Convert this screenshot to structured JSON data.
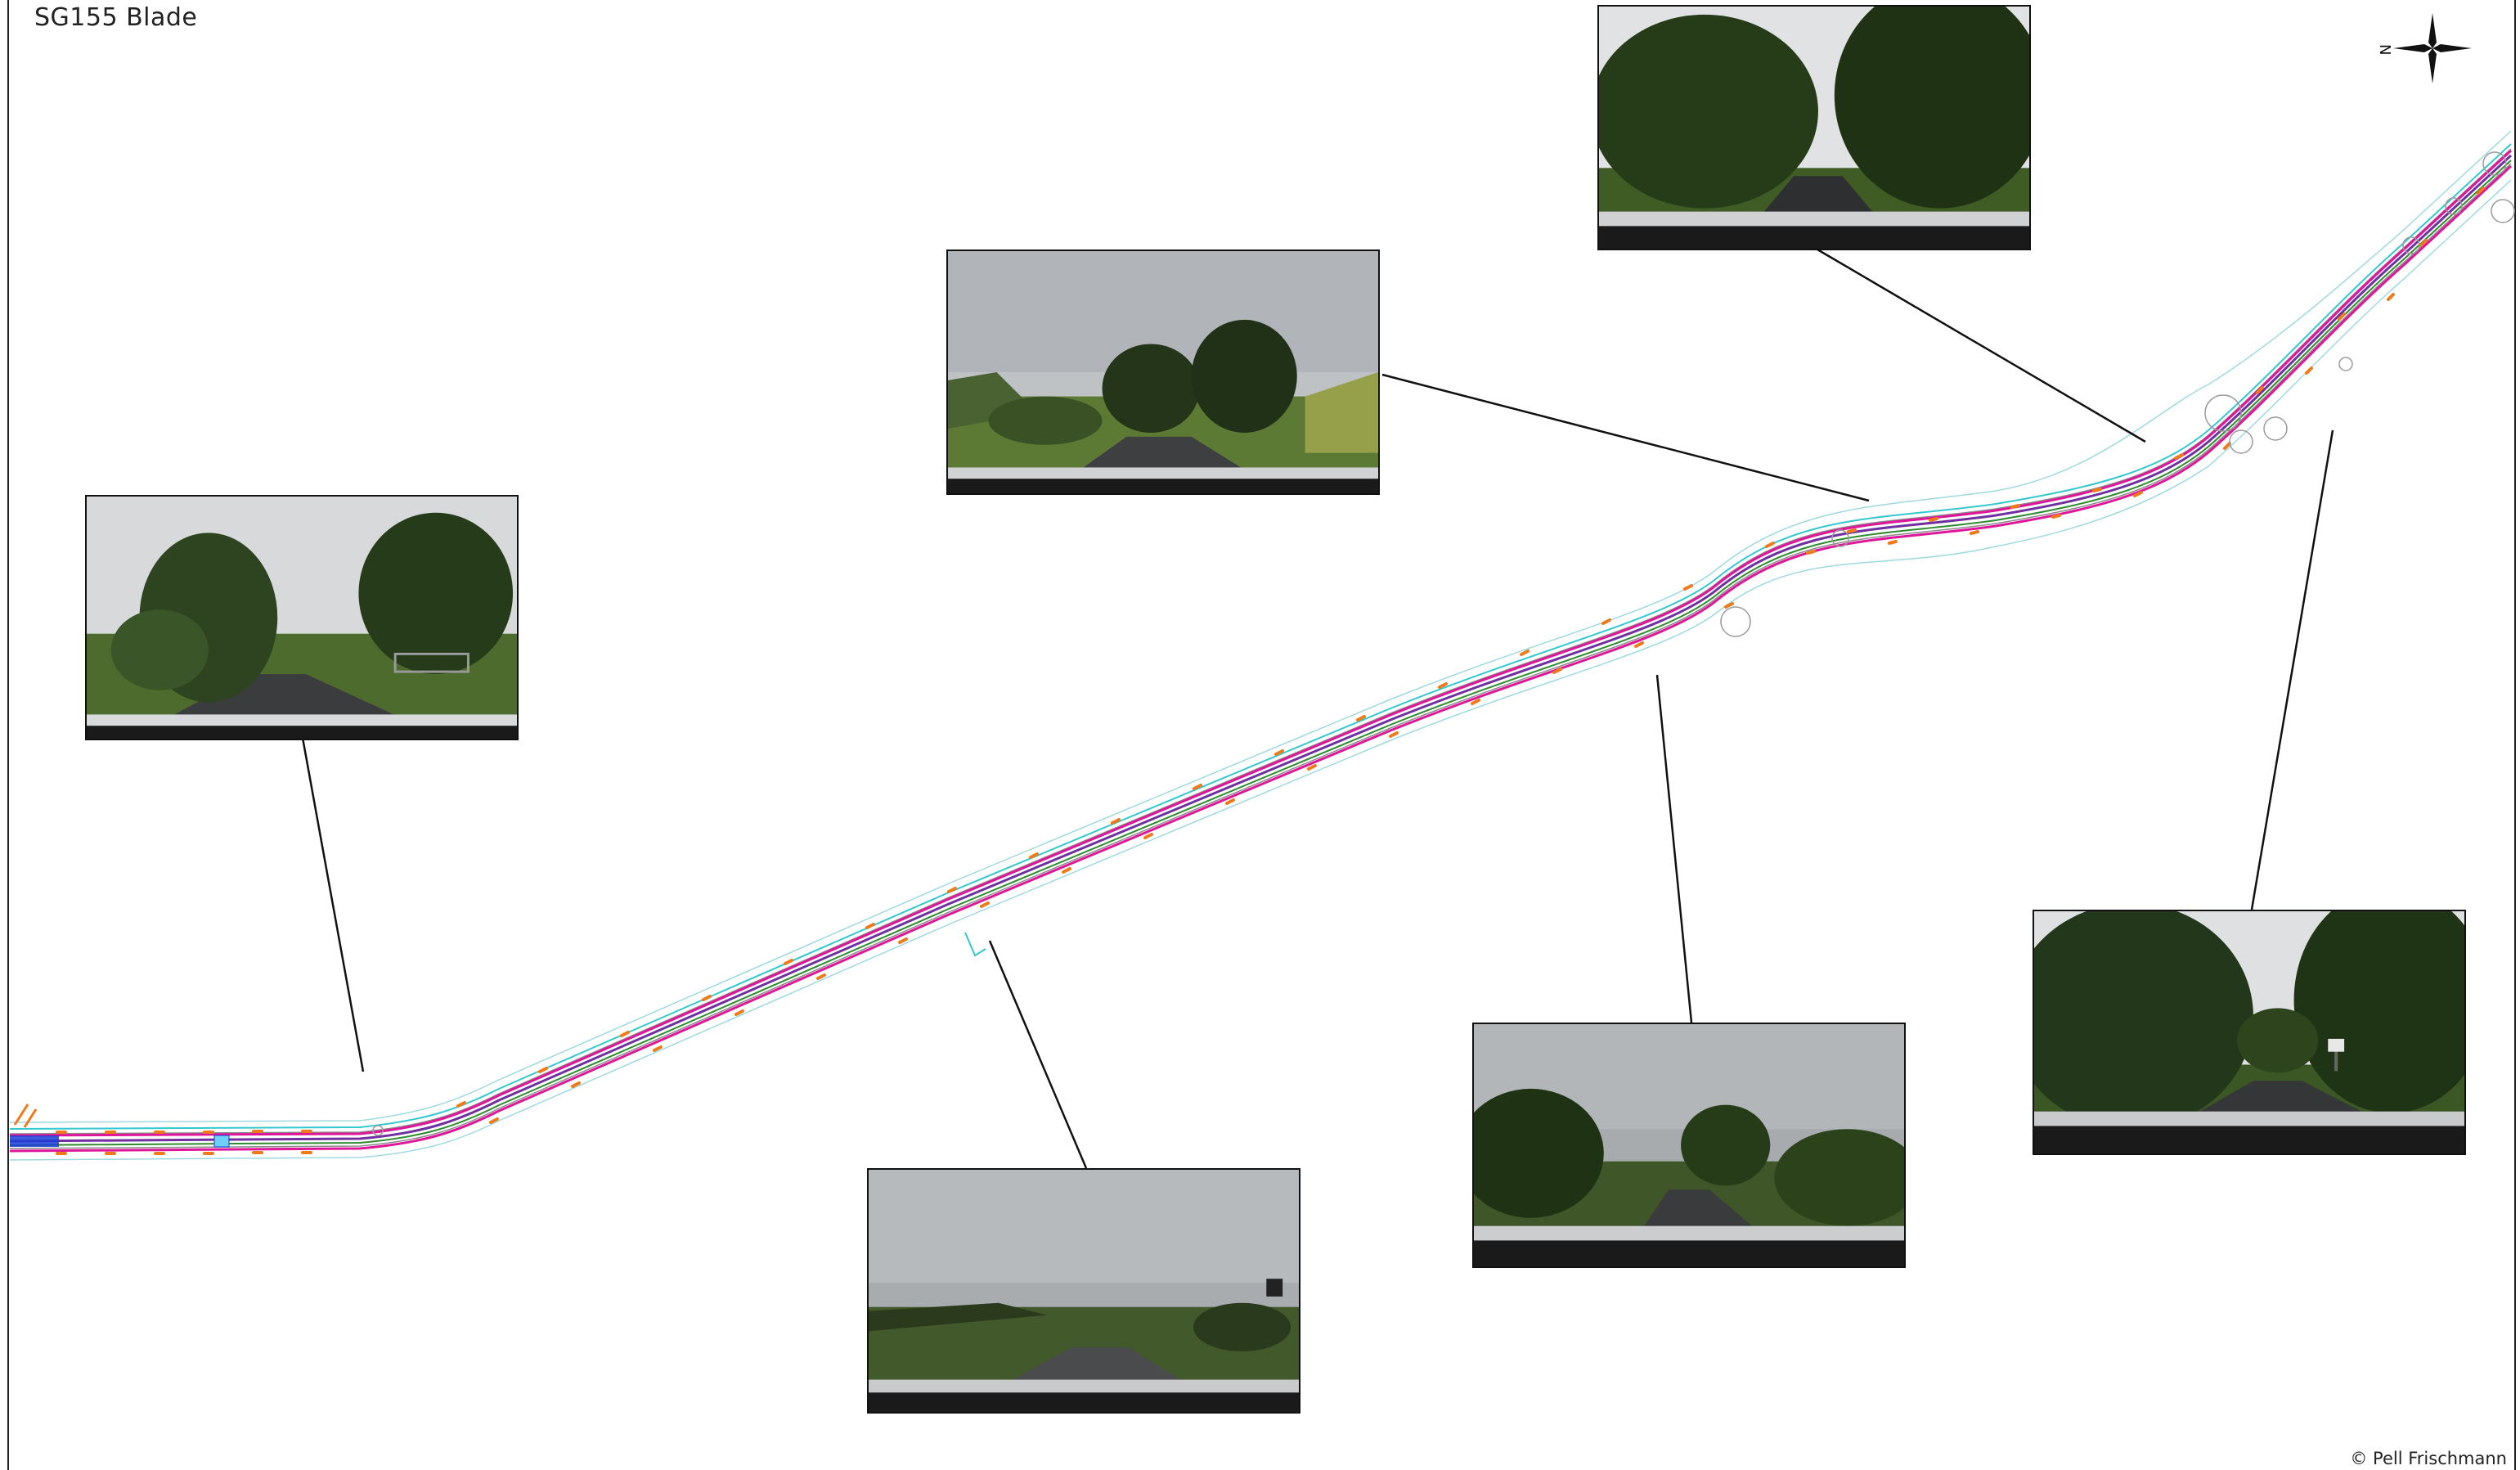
{
  "sheet": {
    "title": "SG155  Blade",
    "copyright": "© Pell  Frischmann"
  },
  "north_arrow": {
    "label": "N",
    "icon": "north-arrow-icon"
  },
  "route": {
    "colors": {
      "carriageway": "#e0169a",
      "centreline": "#7030a0",
      "edge_green": "#2e8b2e",
      "verge_cyan": "#33c7cf",
      "markers": "#f07a1a",
      "pale_outline": "#9fd9e0",
      "grey_line": "#8a8a8a"
    }
  },
  "photos": [
    {
      "id": "photo-1",
      "description_icon": "road-view-photo"
    },
    {
      "id": "photo-2",
      "description_icon": "road-view-photo"
    },
    {
      "id": "photo-3",
      "description_icon": "road-view-photo"
    },
    {
      "id": "photo-4",
      "description_icon": "road-view-photo"
    },
    {
      "id": "photo-5",
      "description_icon": "road-view-photo"
    },
    {
      "id": "photo-6",
      "description_icon": "road-view-photo"
    },
    {
      "id": "photo-7",
      "description_icon": "road-view-photo"
    }
  ]
}
